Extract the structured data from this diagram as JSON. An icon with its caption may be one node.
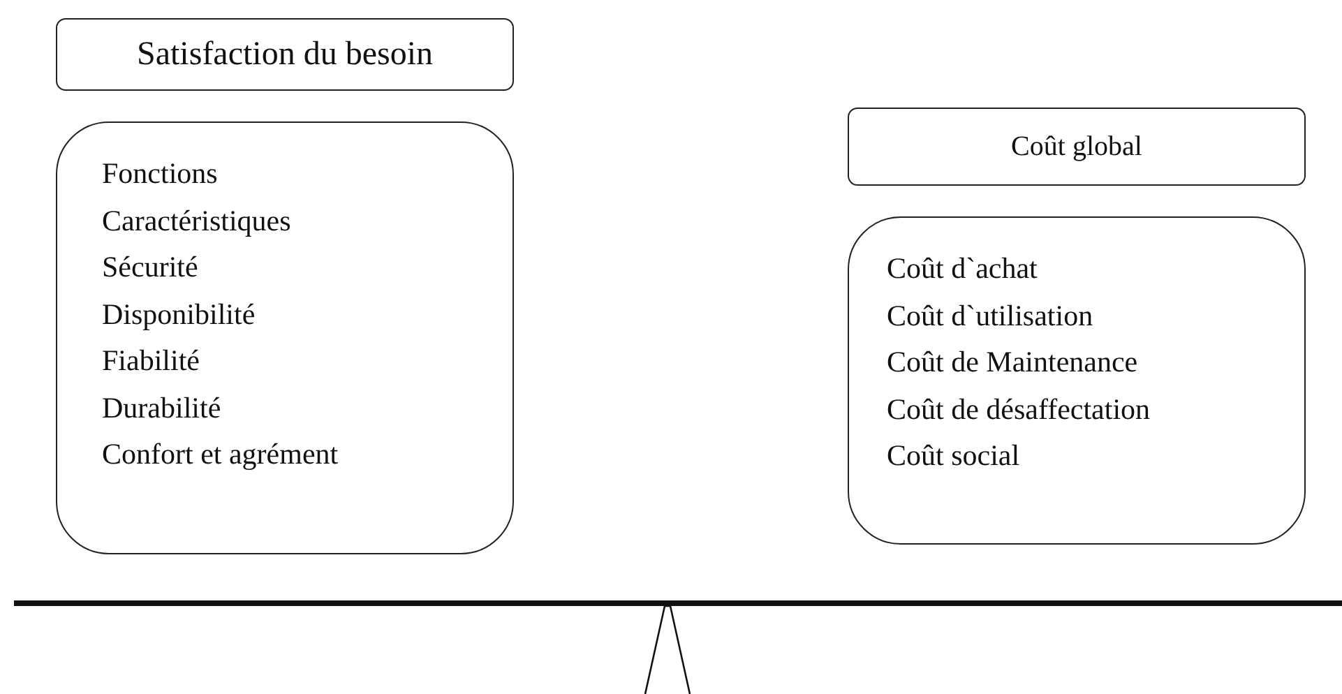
{
  "diagram": {
    "nodes": [
      {
        "text": [
          "Satisfaction du besoin"
        ]
      },
      {
        "text": [
          "Fonctions",
          "Caractéristiques",
          "Sécurité",
          "Disponibilité",
          "Fiabilité",
          "Durabilité",
          "Confort et agrément"
        ]
      },
      {
        "text": [
          "Coût global"
        ]
      },
      {
        "text": [
          "Coût d`achat",
          "Coût d`utilisation",
          "Coût de Maintenance",
          "Coût de désaffectation",
          "Coût social"
        ]
      }
    ]
  }
}
